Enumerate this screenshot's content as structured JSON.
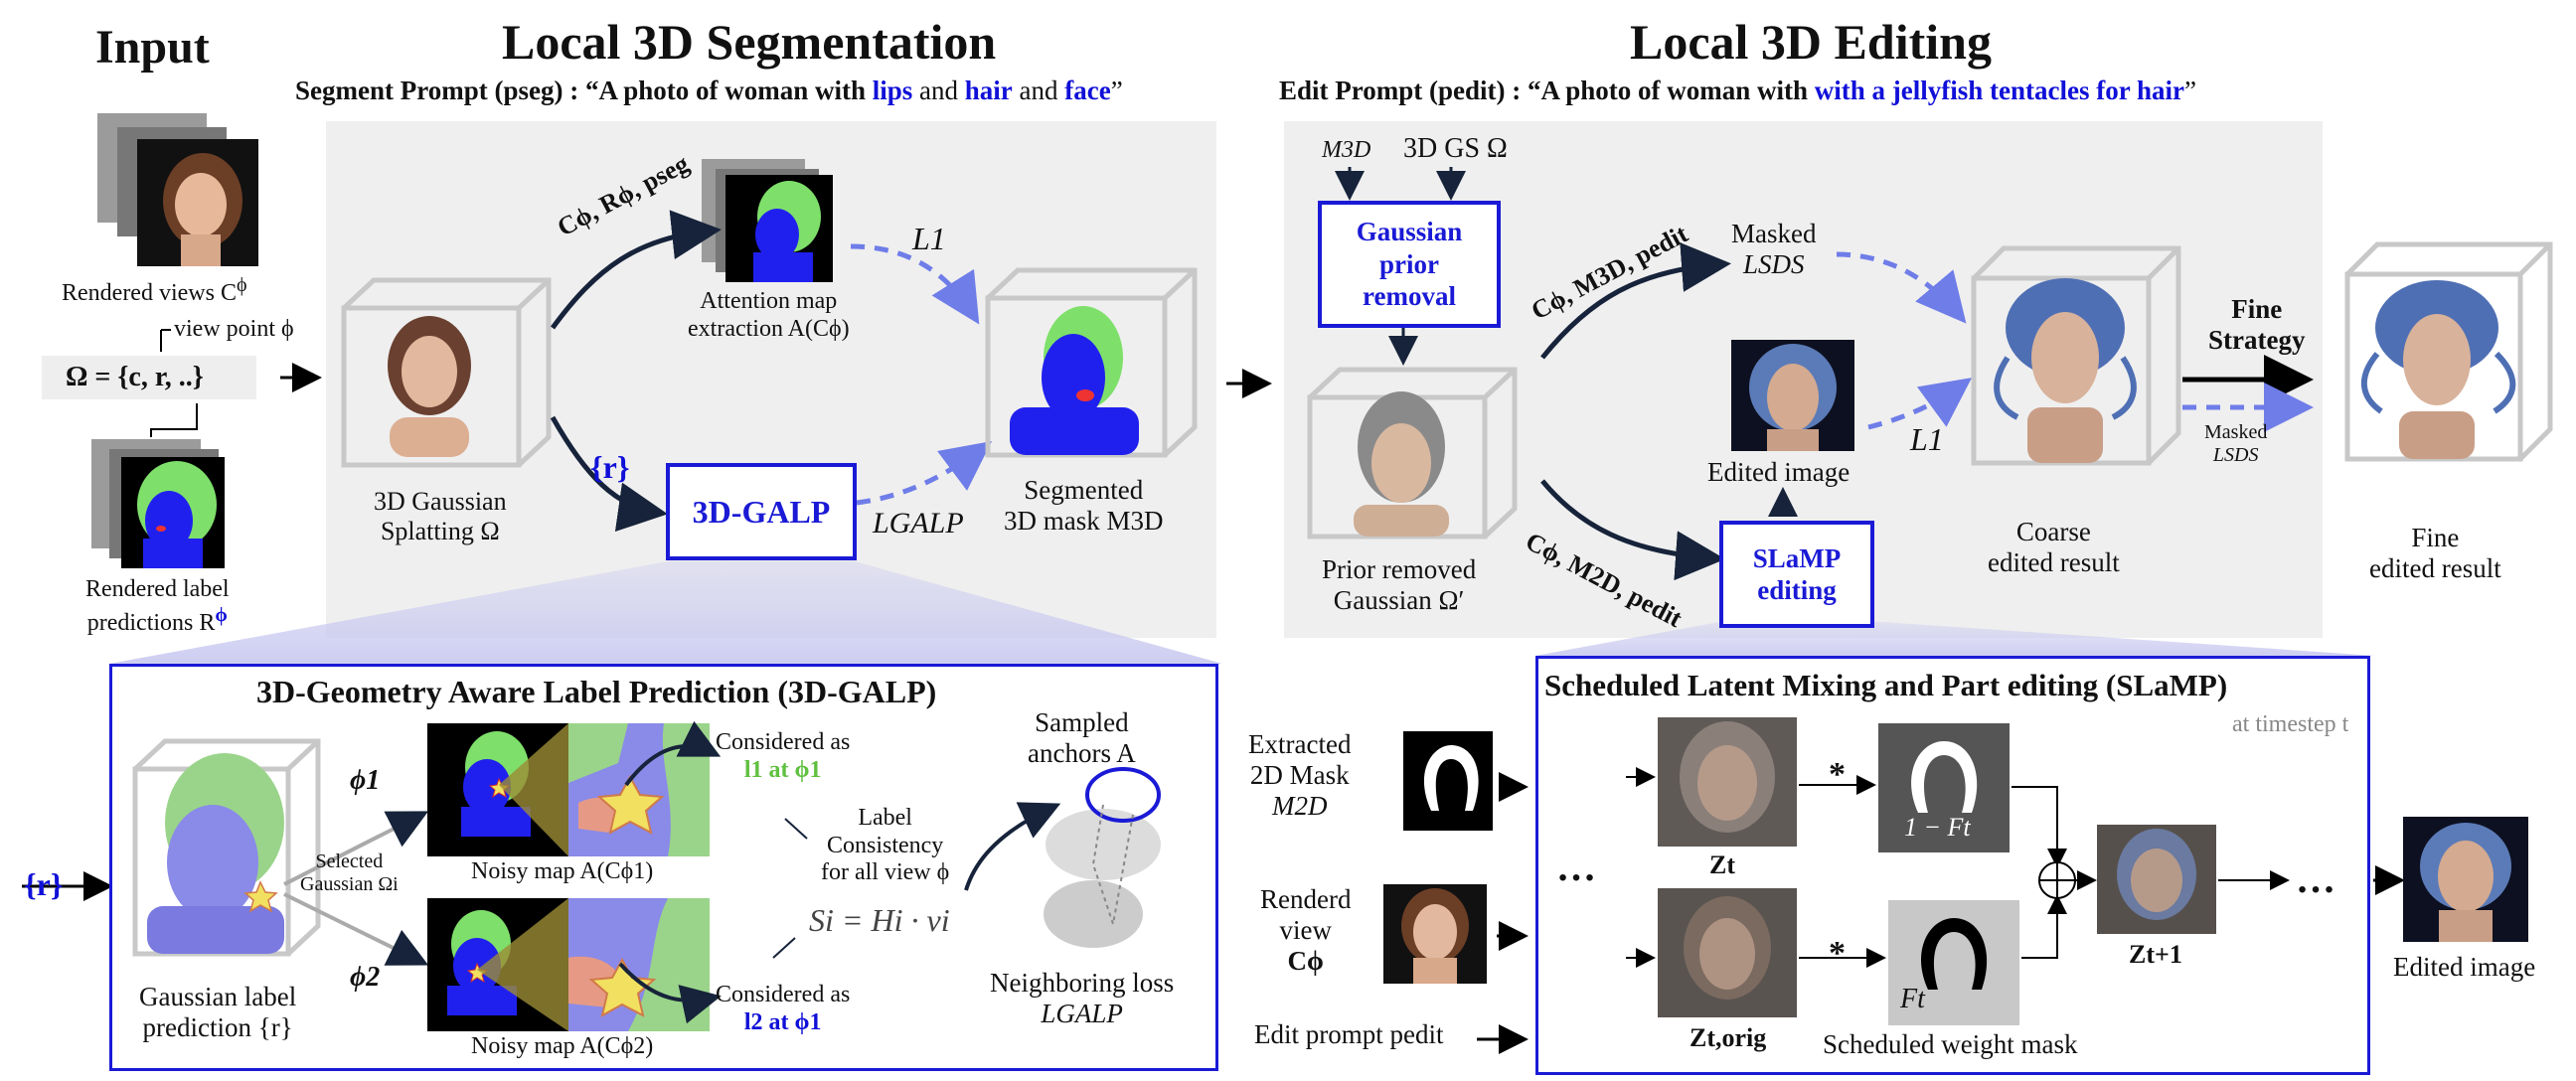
{
  "input": {
    "title": "Input",
    "rendered_views": "Rendered views C",
    "view_point": "view point ϕ",
    "omega": "Ω = {c, r, ..}",
    "rendered_label_1": "Rendered label",
    "rendered_label_2": "predictions R"
  },
  "segmentation": {
    "title": "Local 3D Segmentation",
    "prompt_label": "Segment Prompt (pseg) : “A photo of woman with ",
    "prompt_lips": "lips",
    "prompt_and1": " and ",
    "prompt_hair": "hair",
    "prompt_and2": " and ",
    "prompt_face": "face",
    "prompt_end": "”",
    "gs_label_1": "3D Gaussian",
    "gs_label_2": "Splatting Ω",
    "arrow_top_label": "Cϕ, Rϕ, pseg",
    "attention_label_1": "Attention map",
    "attention_label_2": "extraction A(Cϕ)",
    "loss_l1": "L1",
    "r_label": "{r}",
    "galp_box": "3D-GALP",
    "loss_galp": "LGALP",
    "segmented_1": "Segmented",
    "segmented_2": "3D mask M3D"
  },
  "editing": {
    "title": "Local 3D Editing",
    "prompt_label": "Edit Prompt (pedit) : “A photo of woman with ",
    "prompt_blue": "with a jellyfish tentacles for hair",
    "prompt_end": "”",
    "m3d": "M3D",
    "gs_omega": "3D GS Ω",
    "prior_box": "Gaussian prior removal",
    "prior_removed_1": "Prior removed",
    "prior_removed_2": "Gaussian Ω′",
    "arrow_top_label": "Cϕ, M3D, pedit",
    "masked_1": "Masked",
    "masked_2": "LSDS",
    "edited_image": "Edited image",
    "loss_l1": "L1",
    "arrow_bottom_label": "Cϕ, M2D, pedit",
    "slamp_box": "SLaMP editing",
    "coarse_1": "Coarse",
    "coarse_2": "edited result",
    "fine_strategy_1": "Fine",
    "fine_strategy_2": "Strategy",
    "masked_small_1": "Masked",
    "masked_small_2": "LSDS",
    "fine_1": "Fine",
    "fine_2": "edited result"
  },
  "galp": {
    "title": "3D-Geometry Aware Label Prediction (3D-GALP)",
    "r_input": "{r}",
    "phi1": "ϕ1",
    "phi2": "ϕ2",
    "selected_1": "Selected",
    "selected_2": "Gaussian Ωi",
    "noisy1": "Noisy map A(Cϕ1)",
    "noisy2": "Noisy map A(Cϕ2)",
    "considered_1a": "Considered as",
    "considered_1b": "l1 at ϕ1",
    "considered_2a": "Considered as",
    "considered_2b": "l2 at ϕ1",
    "label_cons_1": "Label",
    "label_cons_2": "Consistency",
    "label_cons_3": "for all view ϕ",
    "formula": "Si = Hi · vi",
    "sampled_1": "Sampled",
    "sampled_2": "anchors A",
    "neighbor_1": "Neighboring loss",
    "neighbor_2": "LGALP",
    "gauss_label_1": "Gaussian label",
    "gauss_label_2": "prediction {r}"
  },
  "slamp": {
    "title": "Scheduled Latent Mixing and Part editing (SLaMP)",
    "timestep": "at timestep t",
    "extracted_1": "Extracted",
    "extracted_2": "2D Mask",
    "extracted_3": "M2D",
    "rendered_1": "Renderd",
    "rendered_2": "view",
    "rendered_3": "Cϕ",
    "edit_prompt": "Edit prompt pedit",
    "dots": "…",
    "zt": "Zt",
    "zt_orig": "Zt,orig",
    "zt1": "Zt+1",
    "star": "*",
    "one_minus_f": "1 − Ft",
    "ft": "Ft",
    "weight_mask": "Scheduled weight mask",
    "edited_image": "Edited image"
  },
  "colors": {
    "accent_blue": "#1a1ad6",
    "dashed_blue": "#6f7de8",
    "dark_arrow": "#16233a",
    "panel_gray": "#efefef",
    "label_green": "#7ee06a",
    "label_blue": "#2020ee"
  }
}
